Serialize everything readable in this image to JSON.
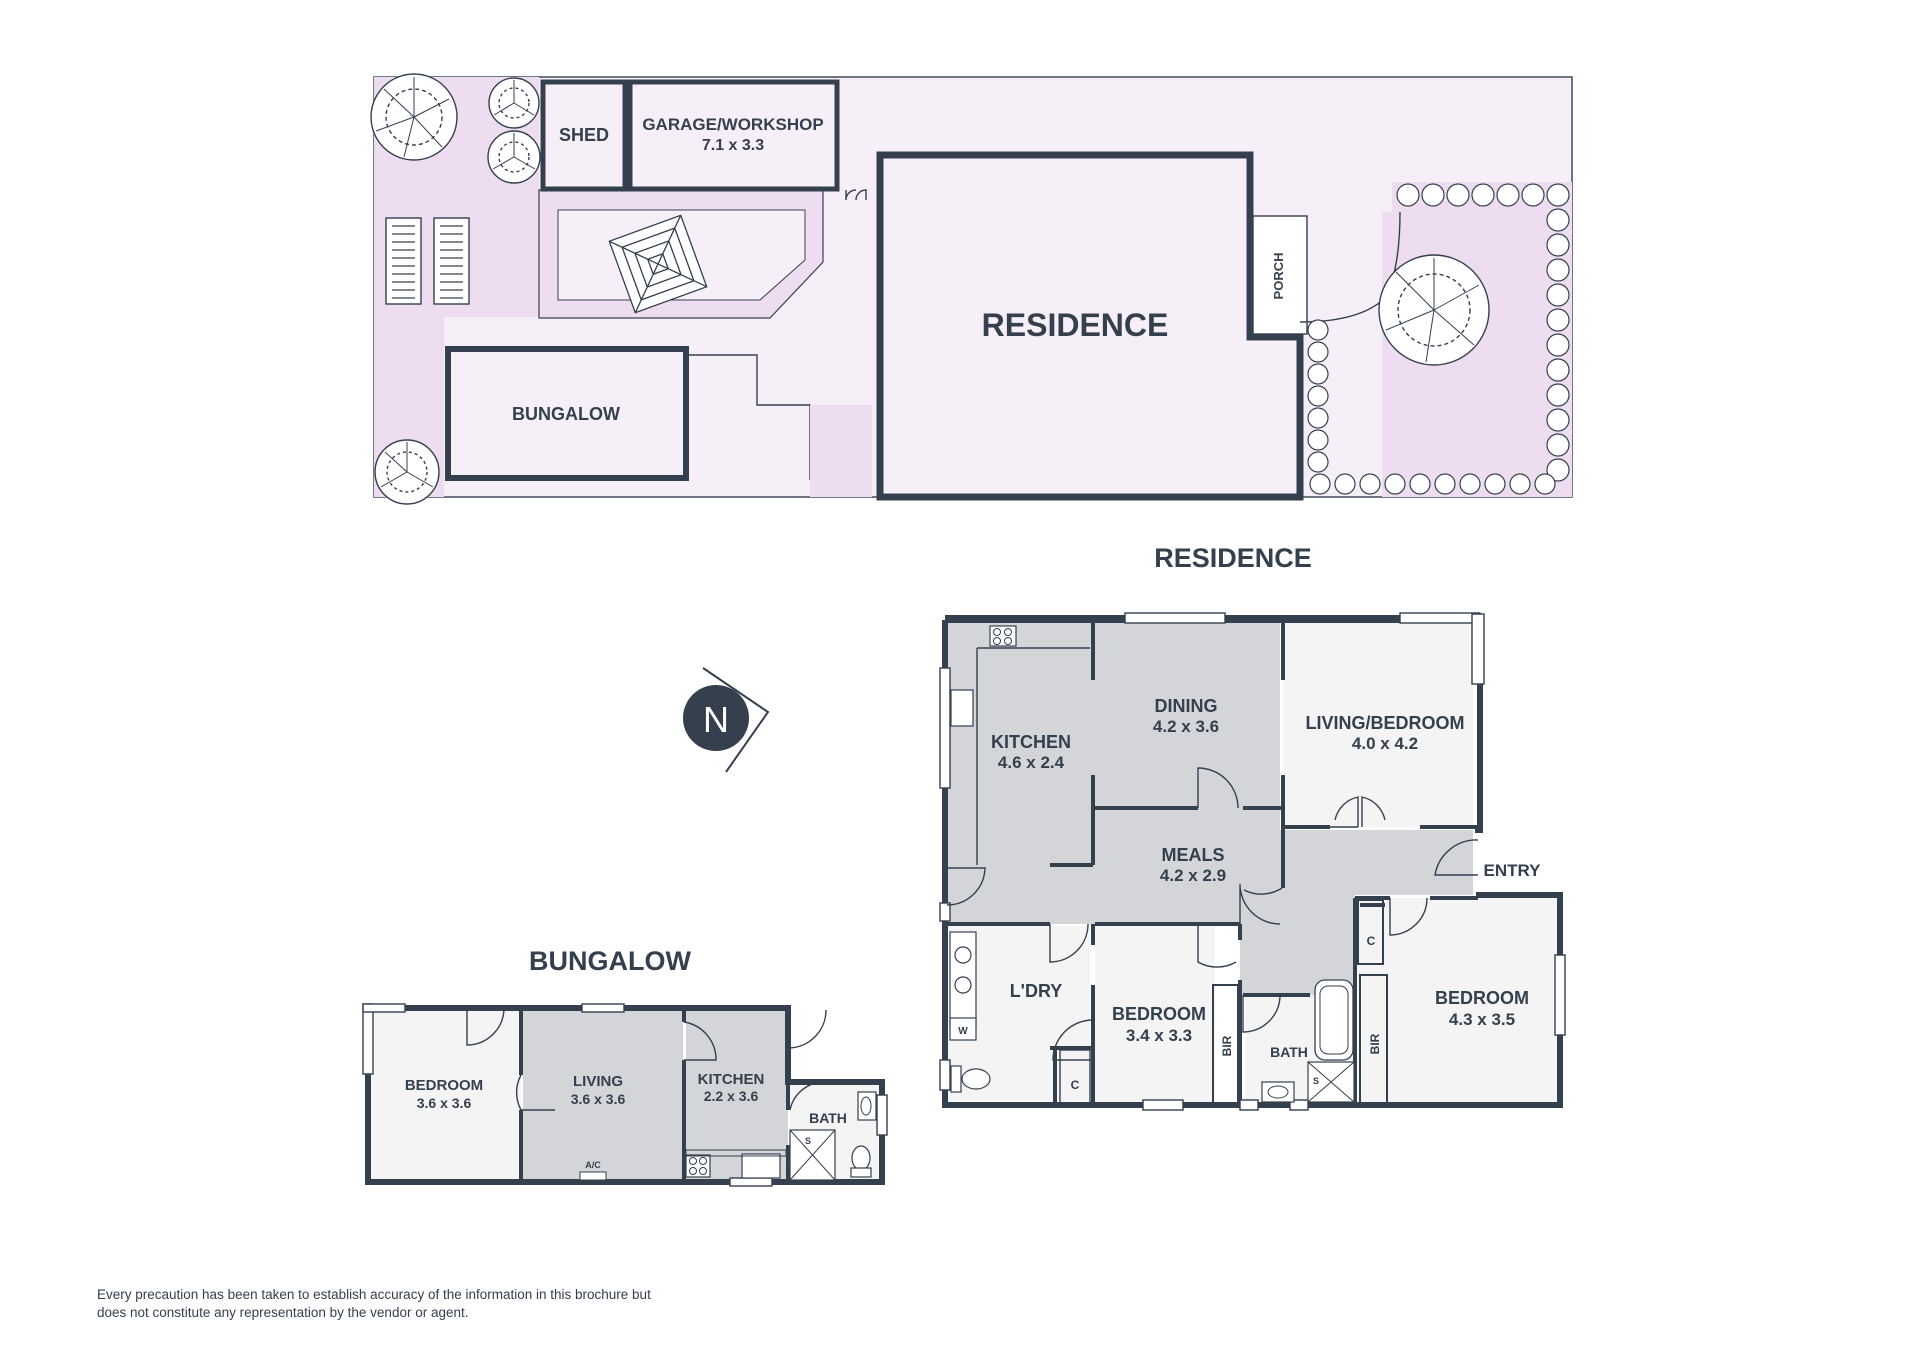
{
  "site_plan": {
    "shed": "SHED",
    "garage": {
      "name": "GARAGE/WORKSHOP",
      "size": "7.1 x 3.3"
    },
    "bungalow": "BUNGALOW",
    "residence": "RESIDENCE",
    "porch": "PORCH"
  },
  "residence_plan": {
    "title": "RESIDENCE",
    "kitchen": {
      "name": "KITCHEN",
      "size": "4.6 x 2.4"
    },
    "dining": {
      "name": "DINING",
      "size": "4.2 x 3.6"
    },
    "living_bedroom": {
      "name": "LIVING/BEDROOM",
      "size": "4.0 x 4.2"
    },
    "meals": {
      "name": "MEALS",
      "size": "4.2 x 2.9"
    },
    "entry": "ENTRY",
    "laundry": "L'DRY",
    "bedroom2": {
      "name": "BEDROOM",
      "size": "3.4 x 3.3"
    },
    "bedroom1": {
      "name": "BEDROOM",
      "size": "4.3 x 3.5"
    },
    "bath": "BATH",
    "bir": "BIR",
    "cupboard": "C",
    "washer": "W",
    "shower": "S"
  },
  "bungalow_plan": {
    "title": "BUNGALOW",
    "bedroom": {
      "name": "BEDROOM",
      "size": "3.6 x 3.6"
    },
    "living": {
      "name": "LIVING",
      "size": "3.6 x 3.6"
    },
    "kitchen": {
      "name": "KITCHEN",
      "size": "2.2 x 3.6"
    },
    "bath": "BATH",
    "ac": "A/C",
    "shower": "S"
  },
  "compass": {
    "letter": "N"
  },
  "disclaimer": "Every precaution has been taken to establish accuracy of the information in this brochure but does not constitute any representation by the vendor or agent.",
  "colors": {
    "wall": "#34404e",
    "site_fill": "#eedcf0",
    "site_light": "#f7eff8",
    "room_grey": "#d3d5d8",
    "room_light": "#f4f4f5"
  }
}
